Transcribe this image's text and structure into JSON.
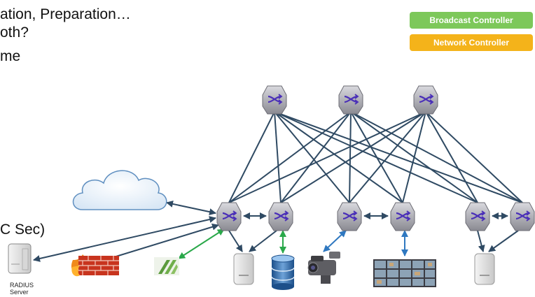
{
  "slide_text": {
    "line1": "ation, Preparation…",
    "line2": "oth?",
    "line3": "me",
    "line4": "C Sec)"
  },
  "legend": {
    "broadcast_controller": "Broadcast Controller",
    "network_controller": "Network Controller"
  },
  "radius_server": {
    "label_line1": "RADIUS",
    "label_line2": "Server"
  },
  "colors": {
    "broadcast_controller": "#7dc85a",
    "network_controller": "#f4b31a",
    "fabric_links": "#2f4a63",
    "green_links": "#2aa84a",
    "blue_links": "#2f78c0"
  },
  "icons": [
    "spine-switch-icon",
    "leaf-switch-icon",
    "cloud-icon",
    "server-icon",
    "firewall-icon",
    "database-icon",
    "camera-icon",
    "video-wall-icon",
    "app-logo-icon"
  ]
}
